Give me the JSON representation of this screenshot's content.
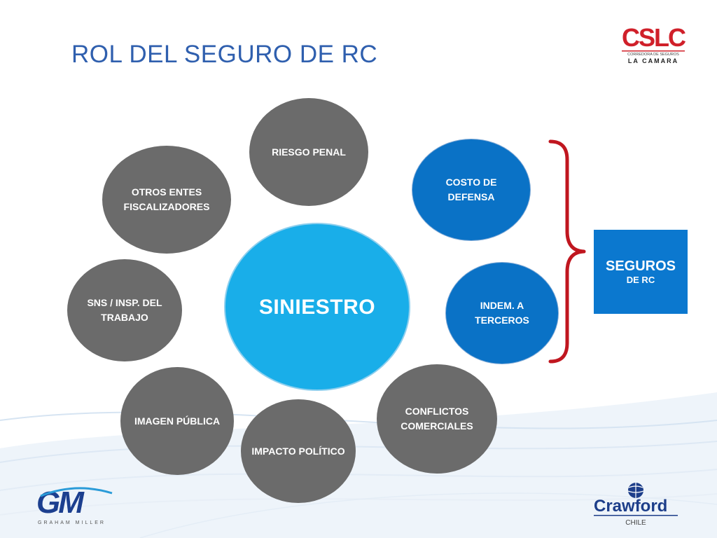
{
  "title": "ROL DEL SEGURO DE RC",
  "center": "SINIESTRO",
  "bubbles": {
    "riesgo_penal": "RIESGO  PENAL",
    "otros_entes": "OTROS ENTES FISCALIZADORES",
    "sns": "SNS / INSP. DEL TRABAJO",
    "imagen": "IMAGEN PÚBLICA",
    "impacto": "IMPACTO POLÍTICO",
    "conflictos": "CONFLICTOS COMERCIALES",
    "costo": "COSTO DE DEFENSA",
    "indem": "INDEM. A TERCEROS"
  },
  "seguros": {
    "title": "SEGUROS",
    "subtitle": "DE RC"
  },
  "logos": {
    "cslc": {
      "mark": "CSLC",
      "line1": "CORREDORA DE SEGUROS",
      "line2": "LA CAMARA"
    },
    "gm": {
      "mark": "GM",
      "text": "GRAHAM MILLER"
    },
    "crawford": {
      "name": "Crawford",
      "country": "CHILE"
    }
  },
  "colors": {
    "grey_bubble": "#6b6b6b",
    "blue_bubble": "#0a72c6",
    "center": "#19aee9",
    "brace": "#c0161f",
    "title": "#2F5FAE",
    "box": "#0b78cf"
  }
}
